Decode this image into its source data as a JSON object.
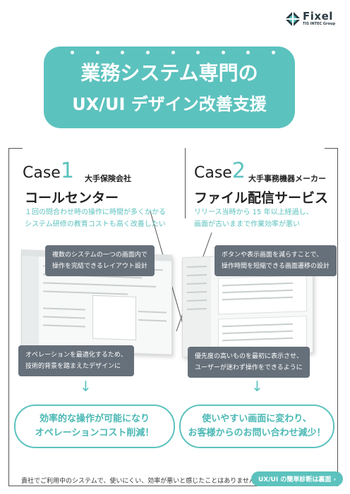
{
  "logo": {
    "name": "Fixel",
    "sub": "TIS INTEC Group"
  },
  "title": {
    "line1": "業務システム専門の",
    "line2": "UX/UI デザイン改善支援"
  },
  "case1": {
    "label": "Case",
    "number": "1",
    "company": "大手保険会社",
    "title": "コールセンター",
    "desc": [
      "１回の問合わせ時の操作に時間が多くかかる",
      "システム研修の教育コストも高く改善したい"
    ],
    "callout_top": [
      "複数のシステムの一つの画面内で",
      "操作を完結できるレイアウト設計"
    ],
    "callout_bottom": [
      "オペレーションを最適化するため、",
      "技術的背景を踏まえたデザインに"
    ],
    "result": [
      "効率的な操作が可能になり",
      "オペレーションコスト削減！"
    ]
  },
  "case2": {
    "label": "Case",
    "number": "2",
    "company": "大手事務機器メーカー",
    "title": "ファイル配信サービス",
    "desc": [
      "リリース当時から 15 年以上経過し、",
      "画面が古いままで作業効率が悪い"
    ],
    "callout_top": [
      "ボタンや表示画面を減らすことで、",
      "操作時間を短縮できる画面遷移の設計"
    ],
    "callout_bottom": [
      "優先度の高いものを最初に表示させ、",
      "ユーザーが迷わず操作をできるように"
    ],
    "result": [
      "使いやすい画面に変わり、",
      "お客様からのお問い合わせ減少！"
    ]
  },
  "footer": {
    "question": "貴社でご利用中のシステムで、使いにくい、効率が悪いと感じたことはありませんか？",
    "button": "UX/UI の簡単診断は裏面"
  },
  "colors": {
    "accent": "#5cc2be",
    "callout": "#66707a"
  }
}
